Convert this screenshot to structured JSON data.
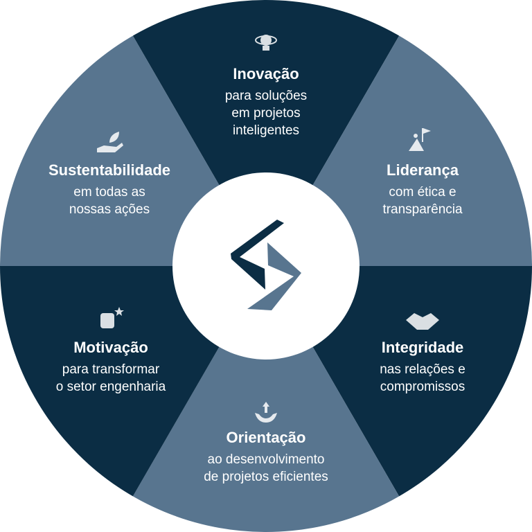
{
  "colors": {
    "dark": "#0b2d44",
    "light": "#58758f",
    "center": "#ffffff"
  },
  "segments": [
    {
      "icon": "bulb-atom-icon",
      "title": "Inovação",
      "lines": [
        "para soluções",
        "em projetos",
        "inteligentes"
      ]
    },
    {
      "icon": "flag-summit-icon",
      "title": "Liderança",
      "lines": [
        "com ética e",
        "transparência"
      ]
    },
    {
      "icon": "handshake-icon",
      "title": "Integridade",
      "lines": [
        "nas relações e",
        "compromissos"
      ]
    },
    {
      "icon": "arrows-hands-icon",
      "title": "Orientação",
      "lines": [
        "ao desenvolvimento",
        "de projetos eficientes"
      ]
    },
    {
      "icon": "fist-star-icon",
      "title": "Motivação",
      "lines": [
        "para transformar",
        "o setor engenharia"
      ]
    },
    {
      "icon": "hand-leaf-icon",
      "title": "Sustentabilidade",
      "lines": [
        "em todas as",
        "nossas ações"
      ]
    }
  ]
}
